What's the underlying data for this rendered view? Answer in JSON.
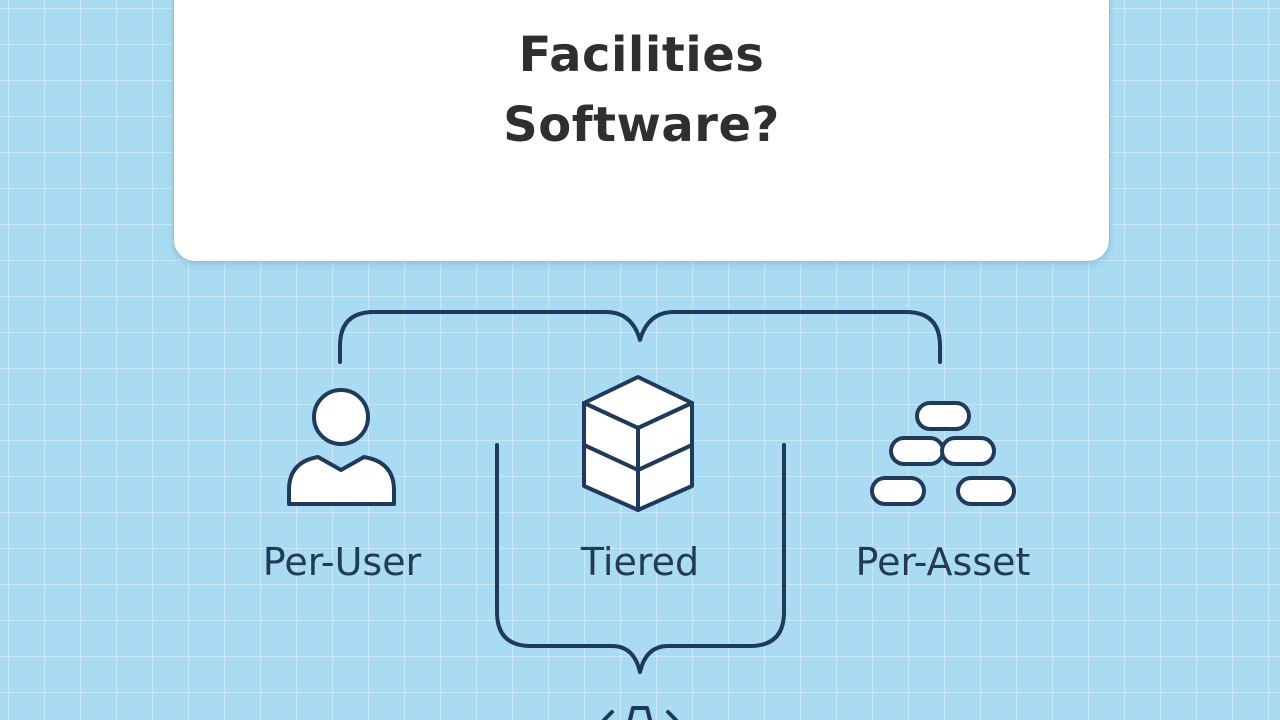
{
  "title": {
    "line1": "Facilities",
    "line2": "Software?"
  },
  "models": [
    {
      "label": "Per-User",
      "icon": "user-icon"
    },
    {
      "label": "Tiered",
      "icon": "cube-icon"
    },
    {
      "label": "Per-Asset",
      "icon": "coin-stack-icon"
    }
  ],
  "colors": {
    "background": "#a9dcf3",
    "card": "#ffffff",
    "stroke": "#1f3a5c",
    "title_text": "#2f2f2f"
  }
}
